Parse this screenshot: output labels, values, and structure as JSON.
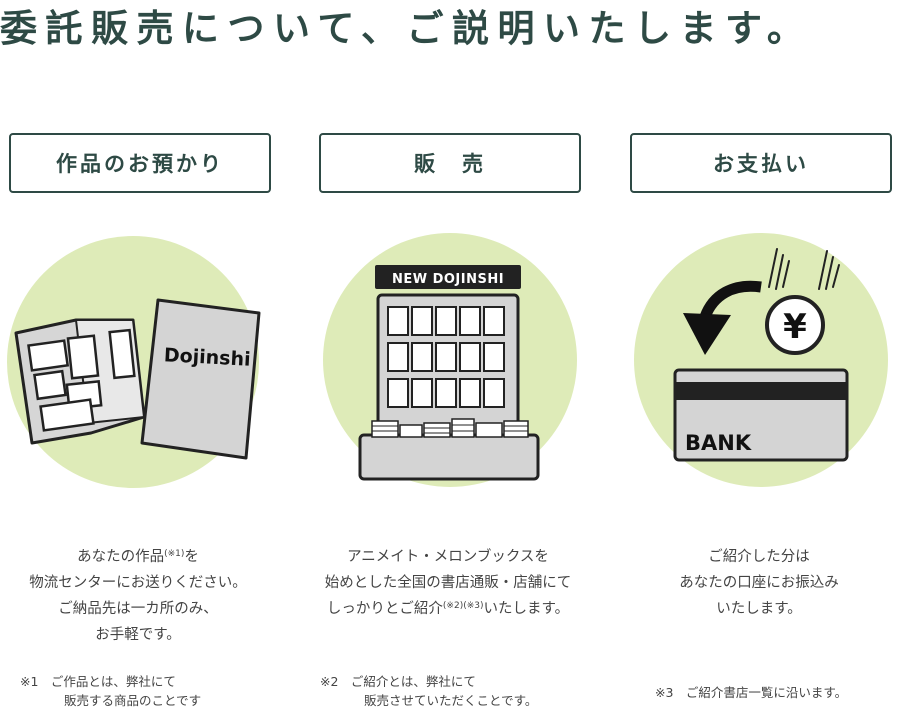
{
  "page": {
    "title": "委託販売について、ご説明いたします。",
    "colors": {
      "heading": "#2e4a45",
      "circle": "#deebb8",
      "gray": "#d4d4d4",
      "line": "#222222"
    }
  },
  "steps": [
    {
      "header": "作品のお預かり",
      "icon": "doujinshi-books-icon",
      "book_label": "Dojinshi",
      "desc_lines": [
        "あなたの作品",
        "物流センターにお送りください。",
        "ご納品先は一カ所のみ、",
        "お手軽です。"
      ],
      "desc_tail_1": "を",
      "sup": "(※1)",
      "note_lines": [
        "※1　ご作品とは、弊社にて",
        "販売する商品のことです"
      ]
    },
    {
      "header": "販　売",
      "icon": "bookstore-shelf-icon",
      "store_sign": "NEW DOJINSHI",
      "desc_lines": [
        "アニメイト・メロンブックスを",
        "始めとした全国の書店通販・店舗にて",
        "しっかりとご紹介",
        "いたします。"
      ],
      "sup": "(※2)(※3)",
      "note_lines": [
        "※2　ご紹介とは、弊社にて",
        "販売させていただくことです。"
      ]
    },
    {
      "header": "お支払い",
      "icon": "bank-card-yen-icon",
      "bank_label": "BANK",
      "yen_symbol": "¥",
      "desc_lines": [
        "ご紹介した分は",
        "あなたの口座にお振込み",
        "いたします。"
      ],
      "note_lines": [
        "※3　ご紹介書店一覧に沿います。"
      ]
    }
  ]
}
